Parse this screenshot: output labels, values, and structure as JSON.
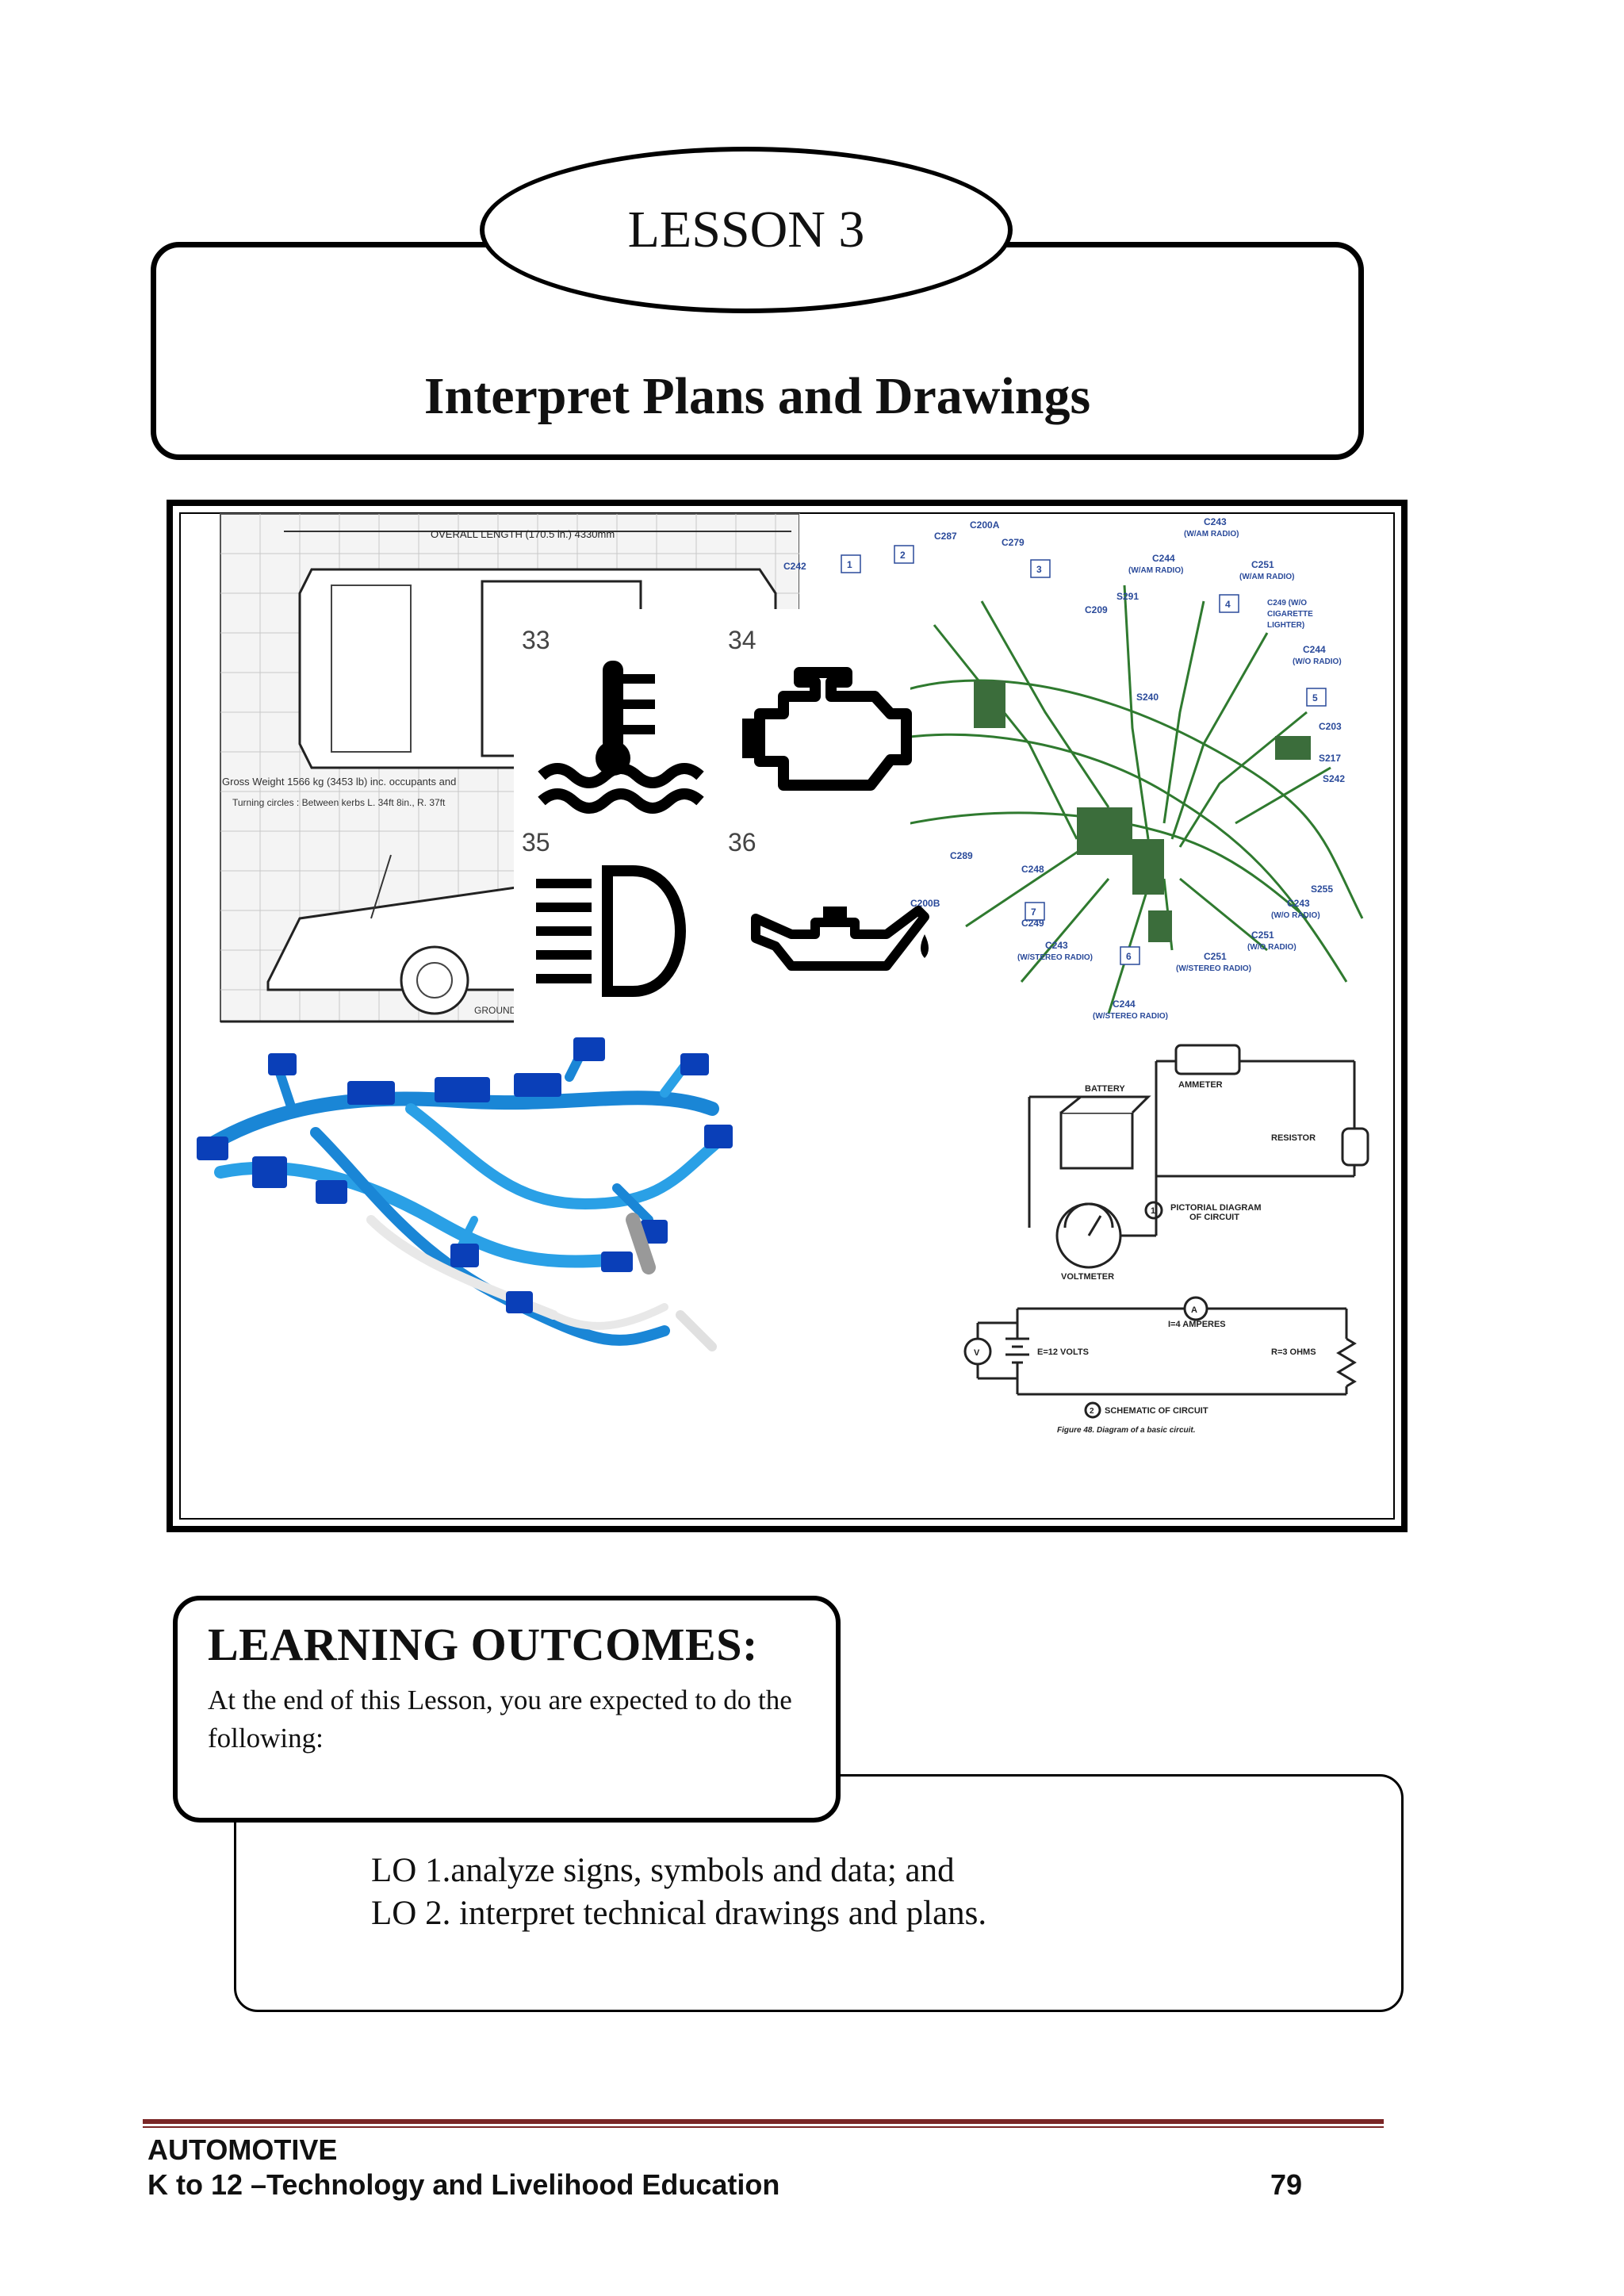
{
  "header": {
    "lesson_label": "LESSON 3",
    "title": "Interpret Plans and Drawings"
  },
  "figure": {
    "car_drawing": {
      "dimension_label": "OVERALL LENGTH  (170.5 in.) 4330mm",
      "gross_weight": "Gross Weight  1566 kg (3453 lb) inc. occupants and",
      "turning_circles": "Turning circles : Between kerbs  L. 34ft   8in., R. 37ft",
      "ground_label": "GROUND"
    },
    "warning_icons": [
      {
        "number": "33",
        "icon": "coolant-temperature-icon"
      },
      {
        "number": "34",
        "icon": "check-engine-icon"
      },
      {
        "number": "35",
        "icon": "headlight-icon"
      },
      {
        "number": "36",
        "icon": "oil-pressure-icon"
      }
    ],
    "wiring_diagram": {
      "labels": [
        "C243",
        "(W/AM RADIO)",
        "C200A",
        "C287",
        "C279",
        "C242",
        "C244",
        "(W/AM RADIO)",
        "C251",
        "(W/AM RADIO)",
        "S291",
        "C209",
        "C249 (W/O",
        "CIGARETTE",
        "LIGHTER)",
        "C244",
        "(W/O RADIO)",
        "S240",
        "C203",
        "S217",
        "S242",
        "C289",
        "C248",
        "C200B",
        "S255",
        "C243",
        "(W/O RADIO)",
        "C249",
        "C251",
        "(W/O RADIO)",
        "C243",
        "(W/STEREO RADIO)",
        "C251",
        "(W/STEREO RADIO)",
        "C244",
        "(W/STEREO RADIO)"
      ],
      "callouts": [
        "1",
        "2",
        "3",
        "4",
        "5",
        "6",
        "7"
      ]
    },
    "circuit_diagram": {
      "ammeter": "AMMETER",
      "battery": "BATTERY",
      "resistor": "RESISTOR",
      "voltmeter": "VOLTMETER",
      "pictorial_label": "PICTORIAL DIAGRAM",
      "pictorial_label_2": "OF CIRCUIT",
      "pictorial_number": "1",
      "current": "I=4 AMPERES",
      "voltage": "E=12 VOLTS",
      "resistance": "R=3 OHMS",
      "schematic_number": "2",
      "schematic_label": "SCHEMATIC  OF  CIRCUIT",
      "caption": "Figure 48.  Diagram of a basic circuit."
    }
  },
  "outcomes": {
    "heading": "LEARNING OUTCOMES:",
    "intro": "At the end of this Lesson, you are expected to do the following:",
    "items": [
      "LO 1.analyze signs, symbols and data; and",
      "LO 2. interpret technical drawings and plans."
    ]
  },
  "footer": {
    "subject": "AUTOMOTIVE",
    "course": "K to 12 –Technology and Livelihood Education",
    "page_number": "79"
  },
  "colors": {
    "wiring_green": "#2f7a2f",
    "harness_blue": "#1a86d6",
    "harness_dark": "#0a3fb8",
    "footer_rule": "#7a2626"
  }
}
